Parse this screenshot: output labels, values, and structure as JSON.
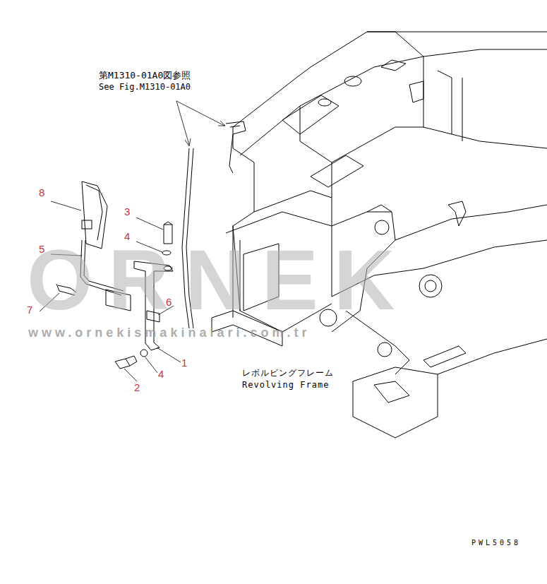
{
  "diagram": {
    "labels": [
      "第M1310-01A0図参照",
      "See Fig.M1310-01A0",
      "8",
      "3",
      "4",
      "5",
      "7",
      "6",
      "1",
      "2",
      "4",
      "レボルビングフレーム",
      "Revolving Frame",
      "PWL5058",
      "ORNEK",
      "www.ornekismakinalari.com.tr"
    ]
  }
}
